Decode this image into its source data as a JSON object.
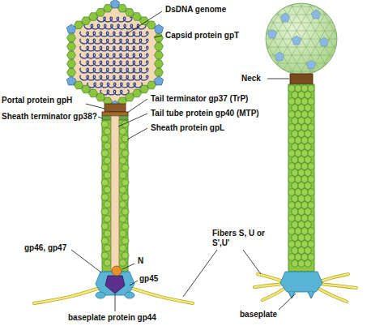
{
  "diagram": {
    "labels": [
      "DsDNA genome",
      "Capsid protein gpT",
      "Portal protein gpH",
      "Tail terminator gp37 (TrP)",
      "Sheath terminator gp38?",
      "Tail tube protein gp40 (MTP)",
      "Sheath protein gpL",
      "Neck",
      "gp46, gp47",
      "Fibers S, U or S',U'",
      "N",
      "gp45",
      "baseplate protein gp44",
      "baseplate"
    ]
  }
}
